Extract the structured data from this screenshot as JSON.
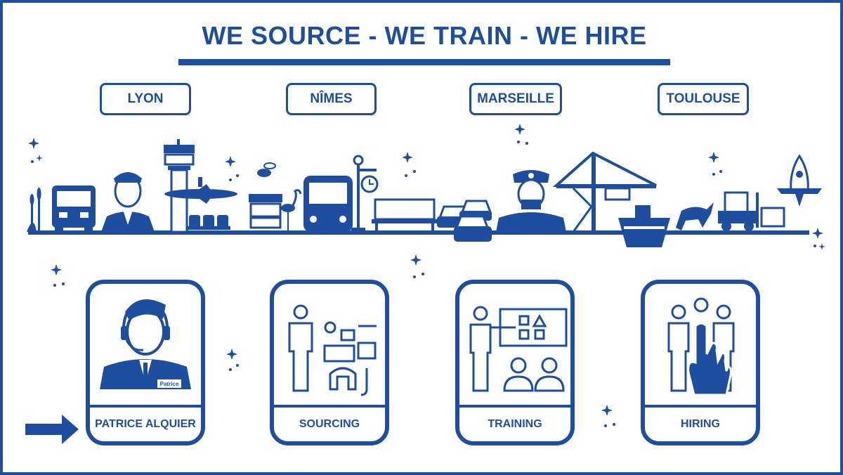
{
  "header": {
    "title": "WE SOURCE - WE TRAIN - WE HIRE"
  },
  "cities": [
    "LYON",
    "NÎMES",
    "MARSEILLE",
    "TOULOUSE"
  ],
  "cards": [
    {
      "label": "PATRICE ALQUIER",
      "badge": "Patrice"
    },
    {
      "label": "SOURCING"
    },
    {
      "label": "TRAINING"
    },
    {
      "label": "HIRING"
    }
  ],
  "colors": {
    "brand": "#1f4e9e",
    "background": "#ffffff"
  },
  "icons": [
    "arrow-right-icon",
    "sparkle-icon",
    "truck-icon",
    "pilot-icon",
    "control-tower-icon",
    "airplane-icon",
    "bee-icon",
    "flamingo-icon",
    "bus-icon",
    "clock-icon",
    "bench-icon",
    "car-icon",
    "captain-icon",
    "crane-icon",
    "ship-icon",
    "bull-icon",
    "forklift-icon",
    "rocket-icon"
  ]
}
